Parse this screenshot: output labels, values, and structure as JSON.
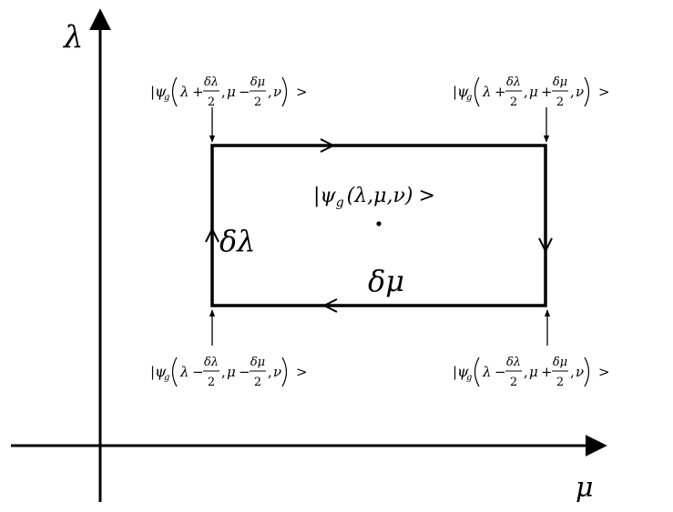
{
  "axes": {
    "vertical_label": "λ",
    "horizontal_label": "μ"
  },
  "center": {
    "state": "|ψg(λ,μ,ν) >",
    "ket": "|",
    "psi": "ψ",
    "sub": "g",
    "args": "(λ,μ,ν)",
    "close": ">"
  },
  "edges": {
    "left": "δλ",
    "bottom": "δμ"
  },
  "corners": {
    "top_left": {
      "ket": "|",
      "psi": "ψ",
      "sub": "g",
      "a": "λ",
      "op1": "+",
      "num1": "δλ",
      "den1": "2",
      "b": "μ",
      "op2": "−",
      "num2": "δμ",
      "den2": "2",
      "c": "ν",
      "close": ">"
    },
    "top_right": {
      "ket": "|",
      "psi": "ψ",
      "sub": "g",
      "a": "λ",
      "op1": "+",
      "num1": "δλ",
      "den1": "2",
      "b": "μ",
      "op2": "+",
      "num2": "δμ",
      "den2": "2",
      "c": "ν",
      "close": ">"
    },
    "bottom_left": {
      "ket": "|",
      "psi": "ψ",
      "sub": "g",
      "a": "λ",
      "op1": "−",
      "num1": "δλ",
      "den1": "2",
      "b": "μ",
      "op2": "−",
      "num2": "δμ",
      "den2": "2",
      "c": "ν",
      "close": ">"
    },
    "bottom_right": {
      "ket": "|",
      "psi": "ψ",
      "sub": "g",
      "a": "λ",
      "op1": "−",
      "num1": "δλ",
      "den1": "2",
      "b": "μ",
      "op2": "+",
      "num2": "δμ",
      "den2": "2",
      "c": "ν",
      "close": ">"
    }
  }
}
